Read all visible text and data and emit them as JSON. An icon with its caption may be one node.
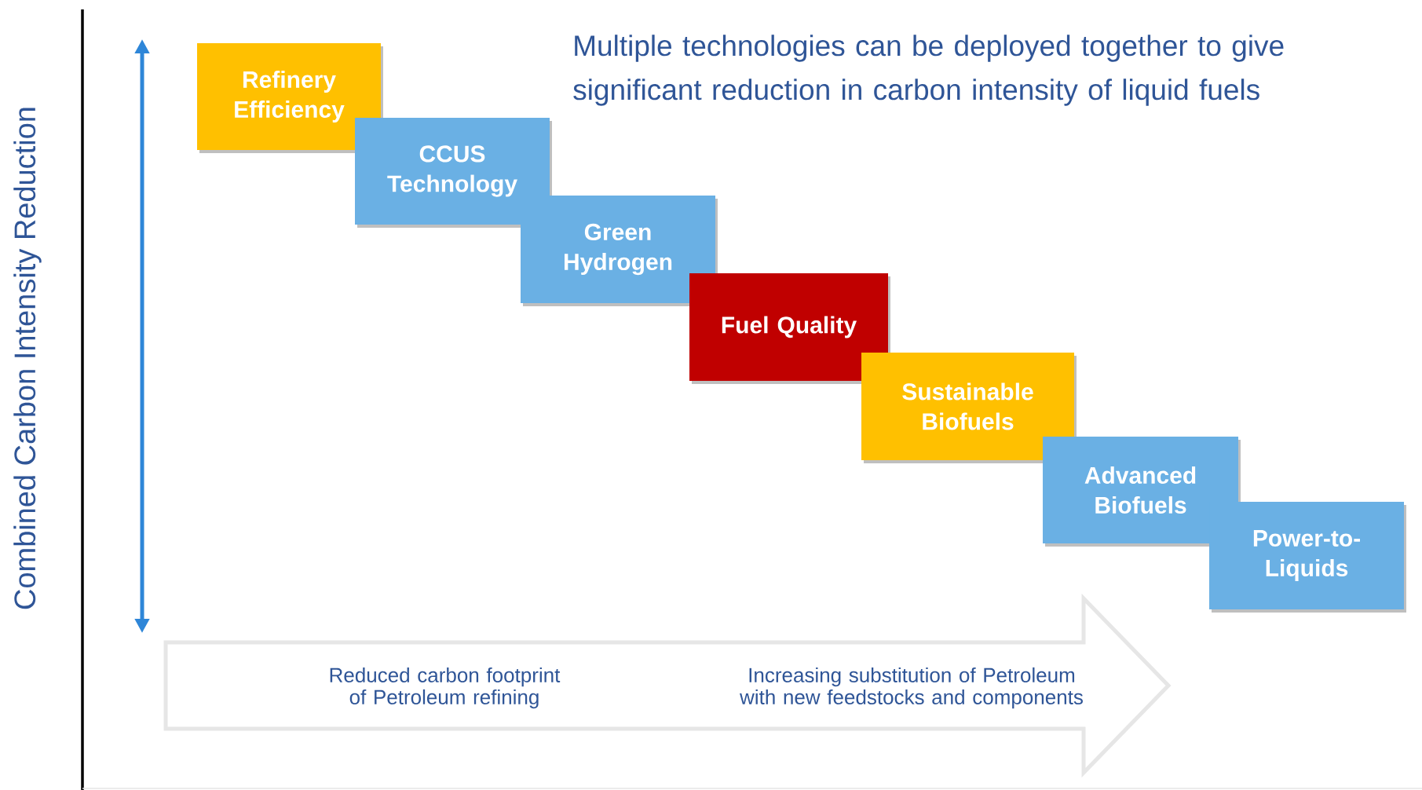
{
  "diagram": {
    "title": "Multiple technologies can be deployed together to give significant reduction in carbon intensity of liquid fuels",
    "nodes": [
      {
        "text": [
          "Refinery Efficiency"
        ]
      },
      {
        "text": [
          "CCUS Technology"
        ]
      },
      {
        "text": [
          "Green Hydrogen"
        ]
      },
      {
        "text": [
          "Fuel Quality"
        ]
      },
      {
        "text": [
          "Sustainable Biofuels"
        ]
      },
      {
        "text": [
          "Advanced Biofuels"
        ]
      },
      {
        "text": [
          "Power-to-Liquids"
        ]
      },
      {
        "text": [
          "Reduced carbon footprint of Petroleum refining",
          "Increasing substitution of Petroleum with new feedstocks and components"
        ]
      }
    ],
    "edges": [],
    "labels": [
      "Combined Carbon Intensity Reduction"
    ]
  }
}
